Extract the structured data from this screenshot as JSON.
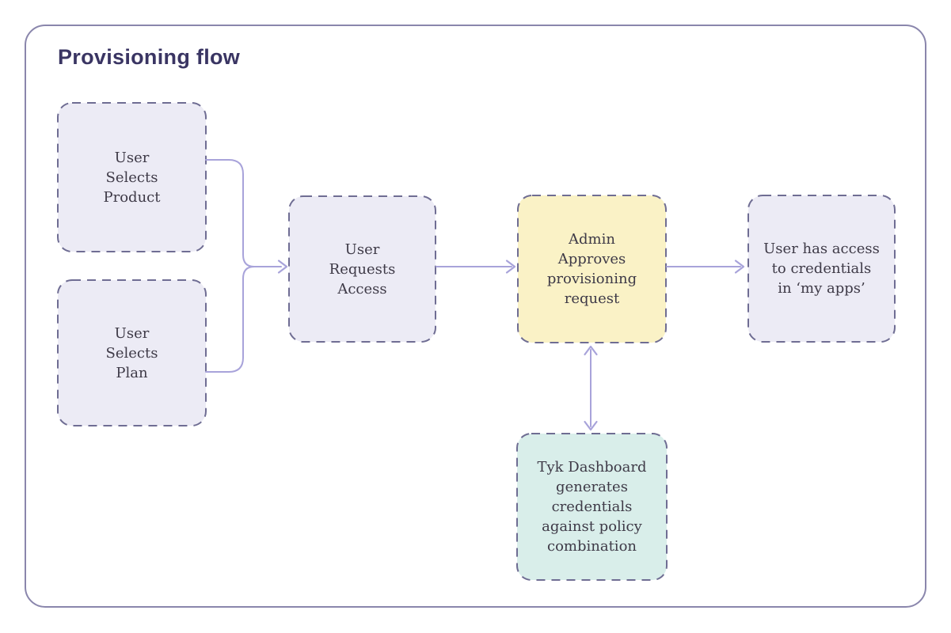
{
  "title": "Provisioning flow",
  "colors": {
    "frame_border": "#8a86ac",
    "title_text": "#3a3563",
    "node_text": "#3e3a47",
    "node_border": "#6f6d93",
    "connector": "#a8a3da",
    "lavender_fill": "#ecebf5",
    "yellow_fill": "#faf2c6",
    "teal_fill": "#d9eeea"
  },
  "nodes": {
    "select_product": {
      "label": "User\nSelects\nProduct",
      "fill": "#ecebf5"
    },
    "select_plan": {
      "label": "User\nSelects\nPlan",
      "fill": "#ecebf5"
    },
    "request_access": {
      "label": "User\nRequests\nAccess",
      "fill": "#ecebf5"
    },
    "admin_approves": {
      "label": "Admin\nApproves\nprovisioning\nrequest",
      "fill": "#faf2c6"
    },
    "has_access": {
      "label": "User has access\nto credentials\nin ‘my apps’",
      "fill": "#ecebf5"
    },
    "tyk_dashboard": {
      "label": "Tyk Dashboard\ngenerates\ncredentials\nagainst policy\ncombination",
      "fill": "#d9eeea"
    }
  },
  "connections": {
    "product_to_request": "User Selects Product -> User Requests Access",
    "plan_to_request": "User Selects Plan -> User Requests Access",
    "request_to_admin": "User Requests Access -> Admin Approves provisioning request",
    "admin_to_access": "Admin Approves provisioning request -> User has access to credentials in 'my apps'",
    "admin_tyk_bidirectional": "Admin Approves provisioning request <-> Tyk Dashboard generates credentials against policy combination"
  }
}
